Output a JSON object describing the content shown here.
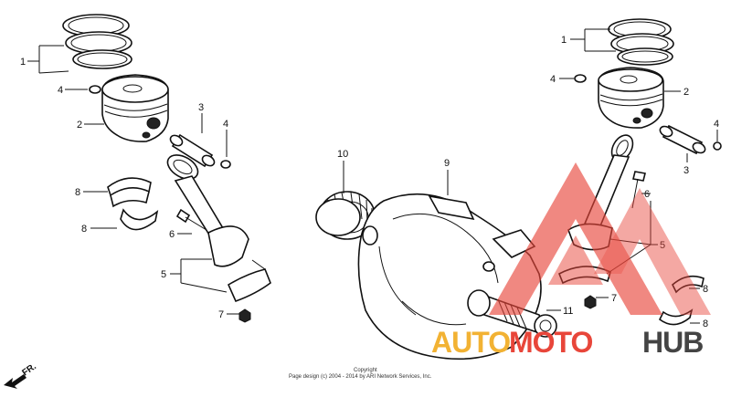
{
  "callouts": {
    "left": {
      "l1": "1",
      "l4a": "4",
      "l2": "2",
      "l3": "3",
      "l4b": "4",
      "l8a": "8",
      "l8b": "8",
      "l6": "6",
      "l5": "5",
      "l7": "7"
    },
    "center": {
      "l10": "10",
      "l9": "9",
      "l11": "11"
    },
    "right": {
      "l1": "1",
      "l4a": "4",
      "l2": "2",
      "l4b": "4",
      "l3": "3",
      "l6": "6",
      "l5": "5",
      "l7": "7",
      "l8a": "8",
      "l8b": "8"
    }
  },
  "front_marker": {
    "label": "FR."
  },
  "copyright": {
    "title": "Copyright",
    "line": "Page design (c) 2004 - 2014 by ARI Network Services, Inc."
  },
  "watermark": {
    "part1": "AUTO",
    "part2": "MOTO",
    "part3": "HUB",
    "color_primary": "#e8463a",
    "color_secondary": "#f2b233",
    "color_dark": "#444444"
  }
}
